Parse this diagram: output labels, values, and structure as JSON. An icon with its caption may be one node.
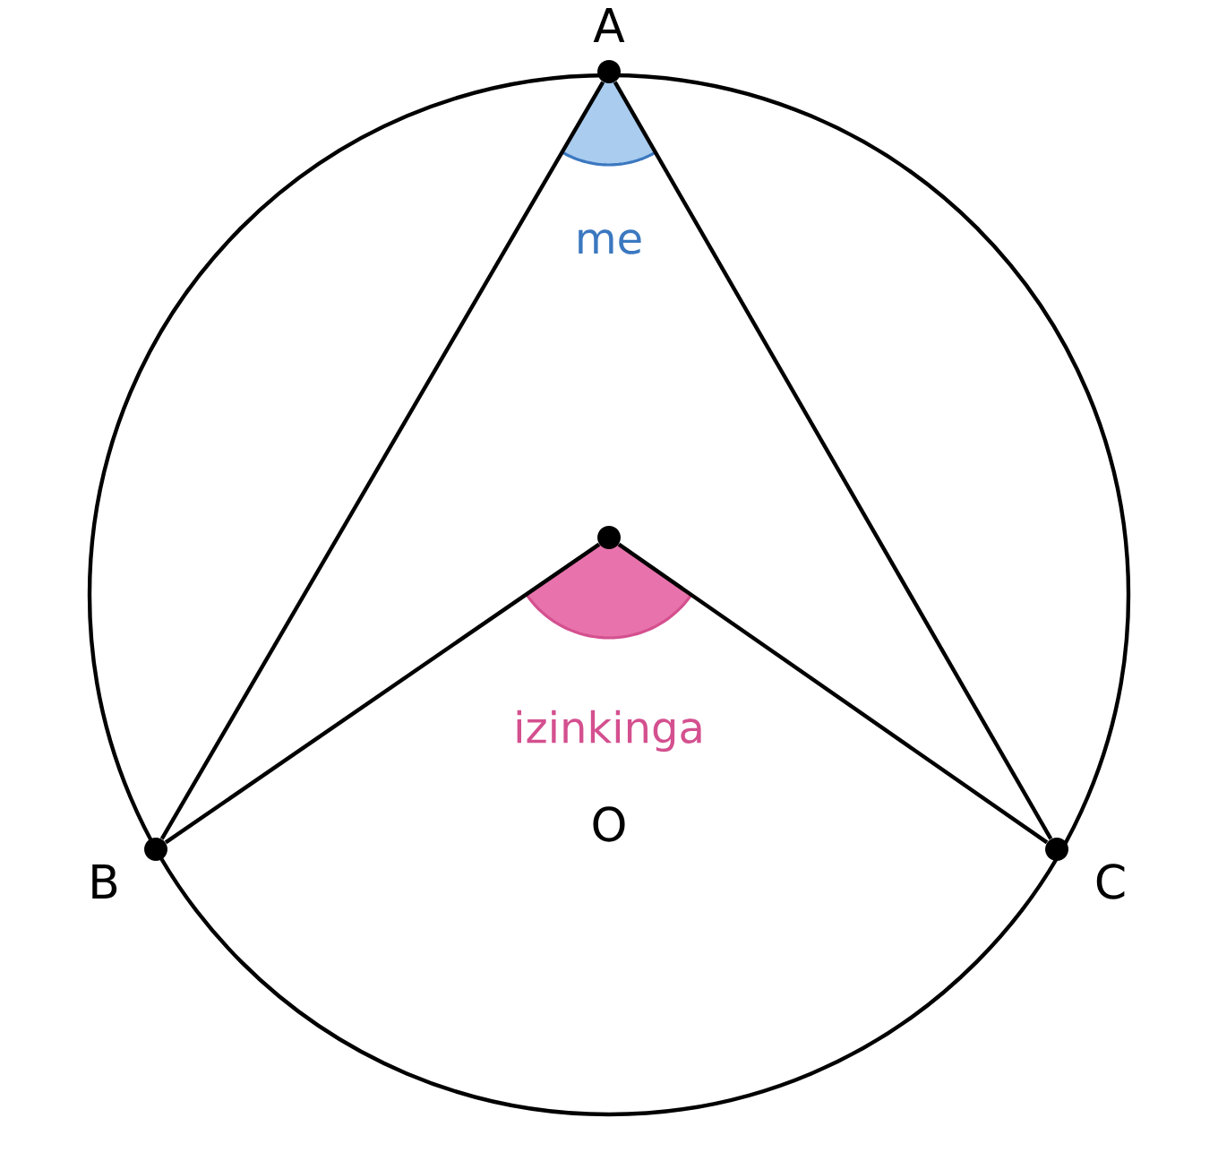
{
  "diagram": {
    "nodes": [
      {
        "text": [],
        "shape": "circle",
        "beside": [
          "A"
        ]
      },
      {
        "text": [],
        "shape": "circle"
      },
      {
        "text": [],
        "shape": "circle",
        "beside": [
          "B"
        ]
      },
      {
        "text": [],
        "shape": "circle",
        "beside": [
          "C"
        ]
      }
    ],
    "edges": [
      {
        "from": 0,
        "to": 2,
        "arrow": "none"
      },
      {
        "from": 0,
        "to": 3,
        "arrow": "none"
      },
      {
        "from": 1,
        "to": 2,
        "arrow": "none"
      },
      {
        "from": 1,
        "to": 3,
        "arrow": "none"
      }
    ],
    "labels": [
      "me",
      "izinkinga",
      "O"
    ]
  }
}
